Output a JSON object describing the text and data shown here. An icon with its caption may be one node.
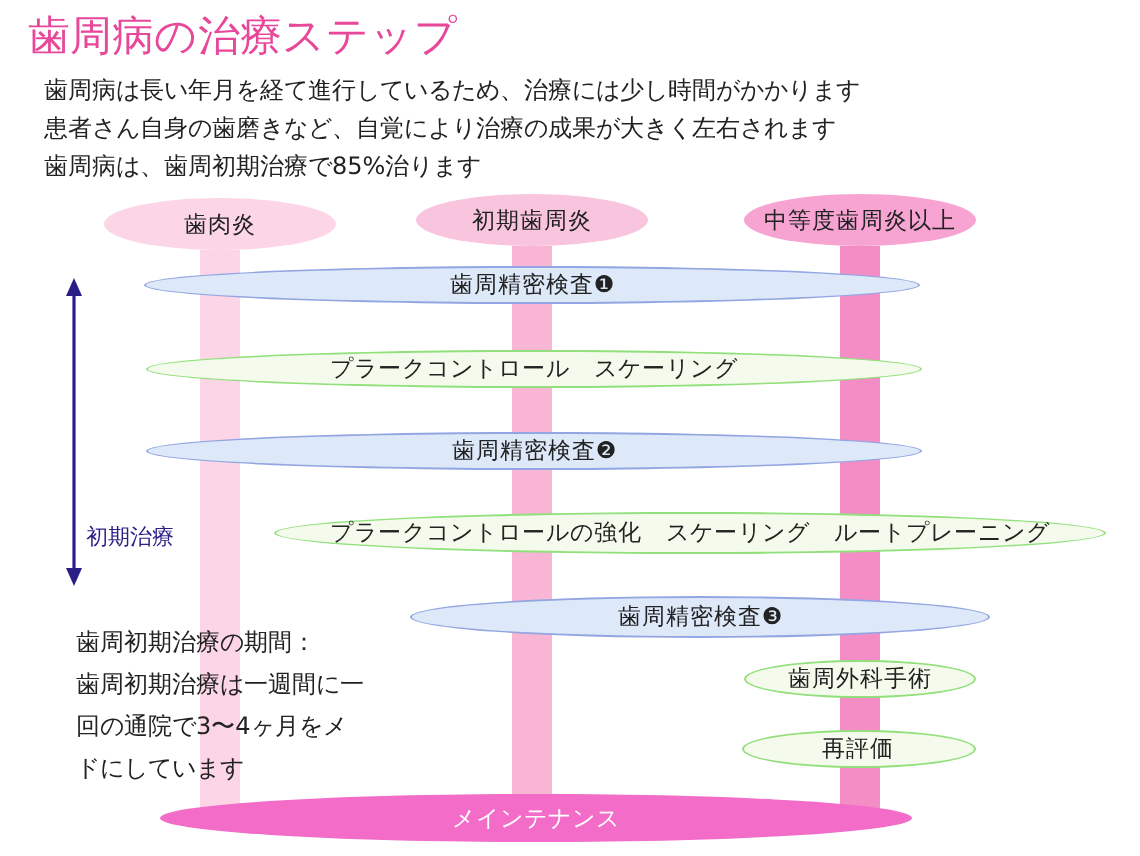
{
  "diagram": {
    "title": "歯周病の治療ステップ",
    "nodes": [
      {
        "text": [
          "歯肉炎"
        ]
      },
      {
        "text": [
          "初期歯周炎"
        ]
      },
      {
        "text": [
          "中等度歯周炎以上"
        ]
      },
      {
        "text": [
          "歯周精密検査❶"
        ]
      },
      {
        "text": [
          "プラークコントロール　スケーリング"
        ]
      },
      {
        "text": [
          "歯周精密検査❷"
        ]
      },
      {
        "text": [
          "プラークコントロールの強化　スケーリング　ルートプレーニング"
        ]
      },
      {
        "text": [
          "歯周精密検査❸"
        ]
      },
      {
        "text": [
          "歯周外科手術"
        ]
      },
      {
        "text": [
          "再評価"
        ]
      },
      {
        "text": [
          "メインテナンス"
        ]
      }
    ],
    "labels": [
      "歯周病は長い年月を経て進行しているため、治療には少し時間がかかります",
      "患者さん自身の歯磨きなど、自覚により治療の成果が大きく左右されます",
      "歯周病は、歯周初期治療で85%治ります",
      "初期治療",
      "歯周初期治療の期間：",
      "歯周初期治療は一週間に一回の通院で3〜4ヶ月をメドにしています"
    ]
  }
}
